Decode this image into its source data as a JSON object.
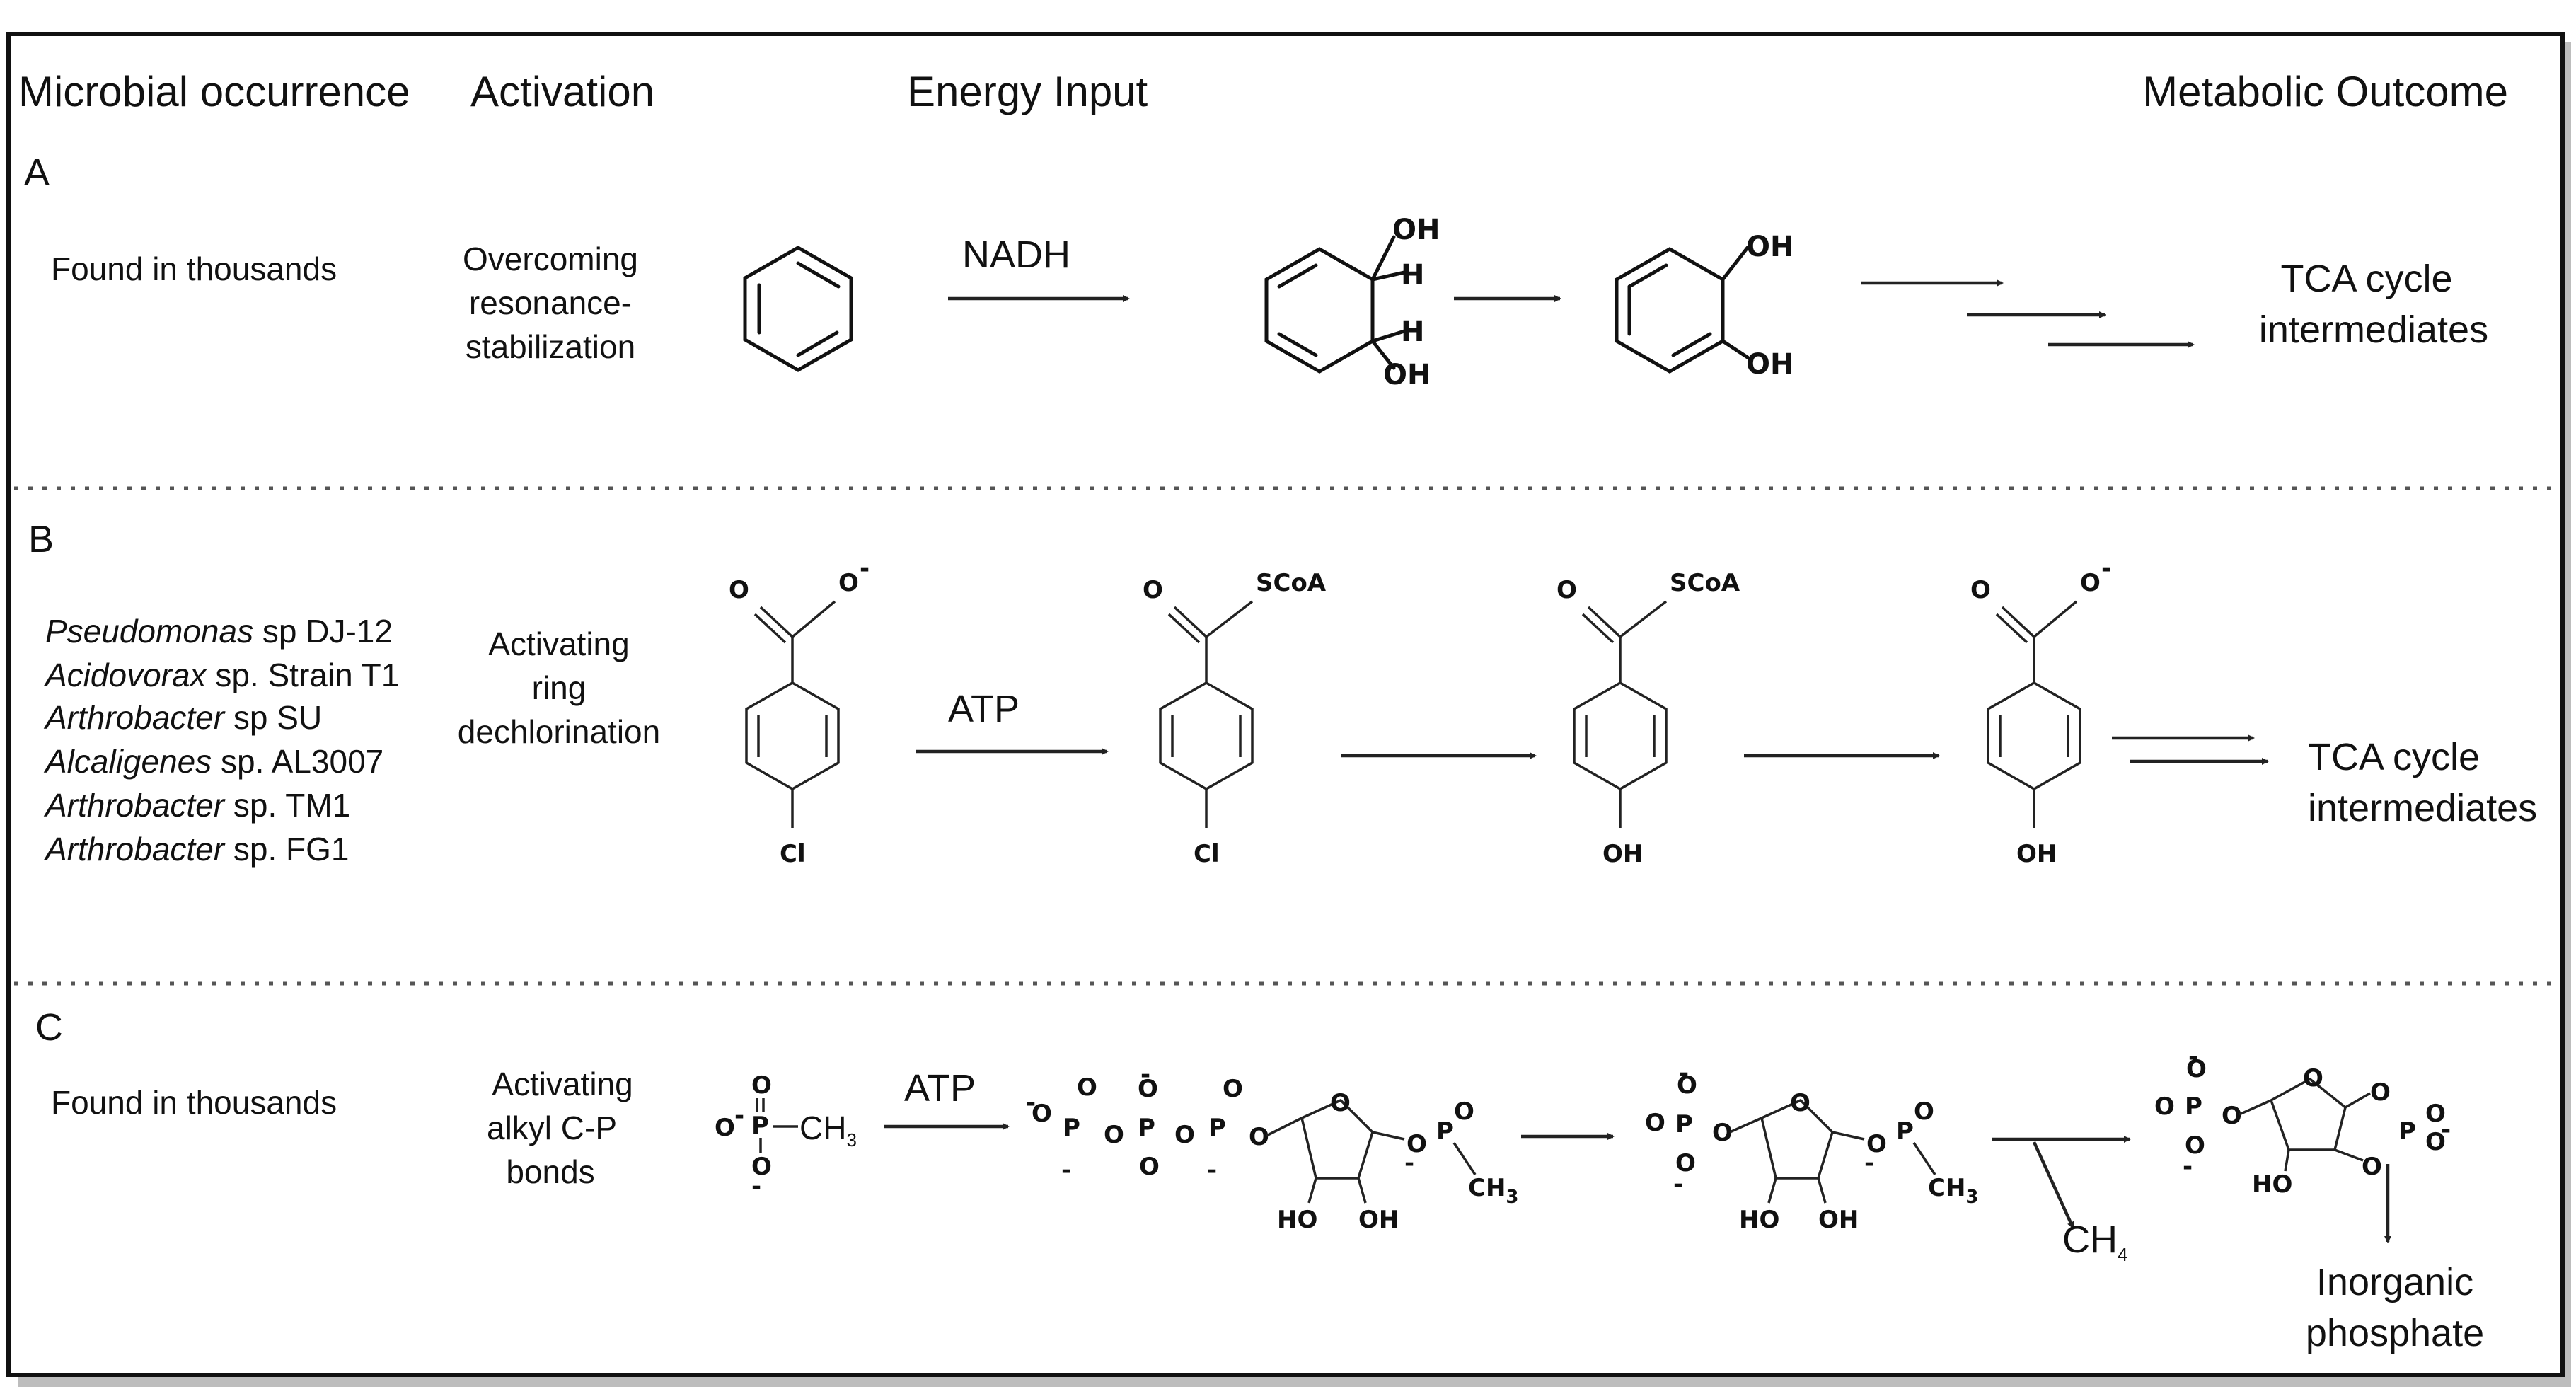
{
  "headers": {
    "occurrence": "Microbial occurrence",
    "activation": "Activation",
    "energy": "Energy Input",
    "outcome": "Metabolic Outcome"
  },
  "panels": {
    "a": {
      "letter": "A",
      "occurrence": "Found in thousands",
      "activation": [
        "Overcoming",
        "resonance-",
        "stabilization"
      ],
      "energy": "NADH",
      "outcome": [
        "TCA cycle",
        "intermediates"
      ]
    },
    "b": {
      "letter": "B",
      "occurrence": [
        {
          "genus": "Pseudomonas",
          "rest": " sp DJ-12"
        },
        {
          "genus": "Acidovorax",
          "rest": " sp. Strain T1"
        },
        {
          "genus": "Arthrobacter",
          "rest": " sp SU"
        },
        {
          "genus": "Alcaligenes",
          "rest": " sp. AL3007"
        },
        {
          "genus": "Arthrobacter",
          "rest": " sp. TM1"
        },
        {
          "genus": "Arthrobacter",
          "rest": " sp. FG1"
        }
      ],
      "activation": [
        "Activating",
        "ring",
        "dechlorination"
      ],
      "energy": "ATP",
      "outcome": [
        "TCA cycle",
        "intermediates"
      ]
    },
    "c": {
      "letter": "C",
      "occurrence": "Found in thousands",
      "activation": [
        "Activating",
        "alkyl C-P",
        "bonds"
      ],
      "energy": "ATP",
      "byproduct": "CH",
      "byproduct_sub": "4",
      "outcome": [
        "Inorganic",
        "phosphate"
      ]
    }
  },
  "chem_labels": {
    "oh": "OH",
    "h": "H",
    "o": "O",
    "o_minus": "-",
    "scoa": "SCoA",
    "cl": "Cl",
    "p": "P",
    "ch3": "CH",
    "ch3_sub": "3",
    "ho": "HO"
  }
}
